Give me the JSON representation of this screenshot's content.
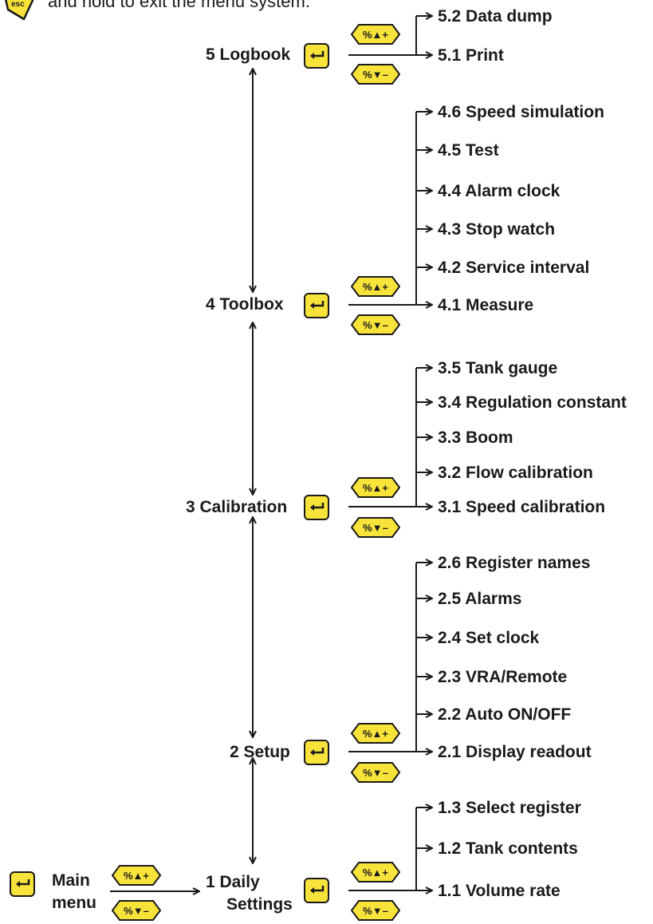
{
  "note": "and hold to exit the menu system.",
  "esc_label": "esc",
  "main_menu": {
    "line1": "Main",
    "line2": "menu"
  },
  "keys": {
    "up": "%▲+",
    "down": "%▼–"
  },
  "menus": [
    {
      "id": "5",
      "label": "5 Logbook",
      "items": [
        "5.2 Data dump",
        "5.1 Print"
      ]
    },
    {
      "id": "4",
      "label": "4 Toolbox",
      "items": [
        "4.6 Speed simulation",
        "4.5 Test",
        "4.4 Alarm clock",
        "4.3 Stop watch",
        "4.2 Service interval",
        "4.1 Measure"
      ]
    },
    {
      "id": "3",
      "label": "3 Calibration",
      "items": [
        "3.5 Tank gauge",
        "3.4 Regulation constant",
        "3.3 Boom",
        "3.2 Flow calibration",
        "3.1 Speed calibration"
      ]
    },
    {
      "id": "2",
      "label": "2 Setup",
      "items": [
        "2.6 Register names",
        "2.5 Alarms",
        "2.4 Set clock",
        "2.3 VRA/Remote",
        "2.2 Auto ON/OFF",
        "2.1 Display readout"
      ]
    },
    {
      "id": "1",
      "label_line1": "1 Daily",
      "label_line2": "Settings",
      "items": [
        "1.3 Select register",
        "1.2 Tank contents",
        "1.1 Volume rate"
      ]
    }
  ],
  "colors": {
    "key_fill": "#f7e33a",
    "ink": "#1a1a1a"
  }
}
